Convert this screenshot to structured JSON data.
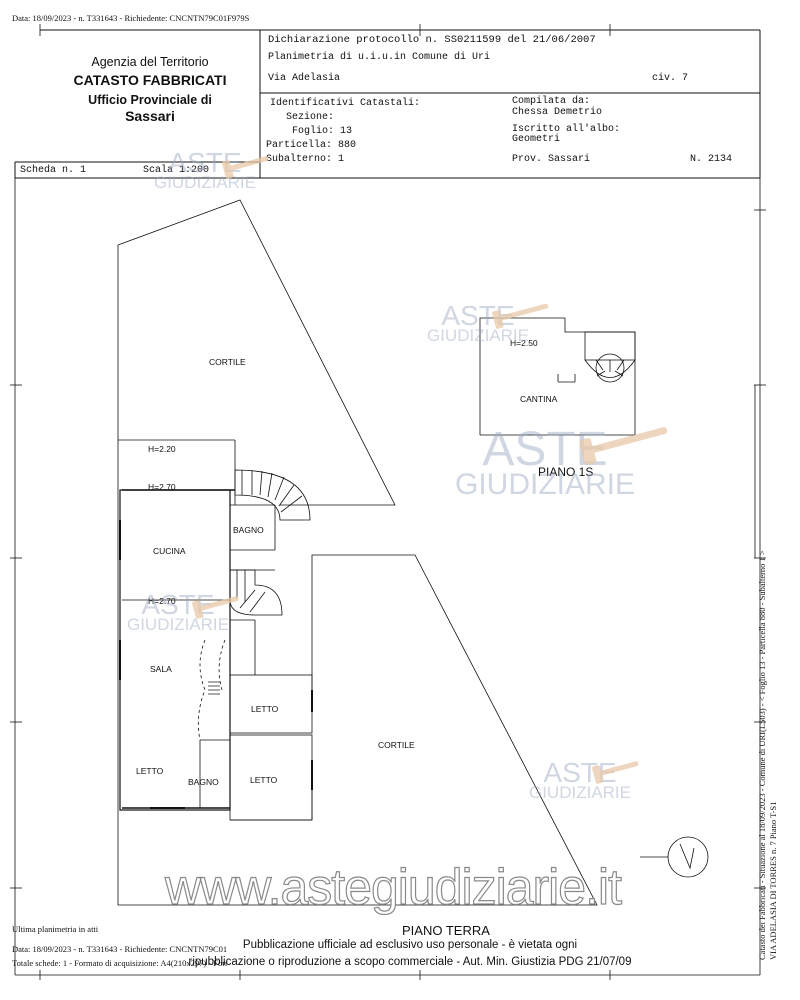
{
  "top_meta": "Data: 18/09/2023 - n. T331643 - Richiedente: CNCNTN79C01F979S",
  "agency": {
    "line1": "Agenzia del Territorio",
    "line2": "CATASTO FABBRICATI",
    "line3": "Ufficio Provinciale di",
    "line4": "Sassari"
  },
  "declaration": {
    "protocol": "Dichiarazione protocollo n. SS0211599 del 21/06/2007",
    "planimetry": "Planimetria di u.i.u.in Comune di Uri",
    "address": "Via Adelasia",
    "civ": "civ. 7"
  },
  "identifiers": {
    "title": "Identificativi Catastali:",
    "sezione": "Sezione:",
    "foglio": "Foglio: 13",
    "particella": "Particella: 880",
    "subalterno": "Subalterno: 1"
  },
  "compiler": {
    "label": "Compilata da:",
    "name": "Chessa Demetrio",
    "albo_label": "Iscritto all'albo:",
    "albo": "Geometri",
    "prov": "Prov. Sassari",
    "number": "N. 2134"
  },
  "scheda": "Scheda n. 1",
  "scala": "Scala 1:200",
  "rooms": {
    "cortile_top": "CORTILE",
    "h220": "H=2.20",
    "h270a": "H=2.70",
    "cucina": "CUCINA",
    "bagno_top": "BAGNO",
    "h270b": "H=2.70",
    "sala": "SALA",
    "letto_1": "LETTO",
    "letto_2": "LETTO",
    "bagno_bottom": "BAGNO",
    "letto_3": "LETTO",
    "cortile_bottom": "CORTILE",
    "h250": "H=2.50",
    "cantina": "CANTINA"
  },
  "floor_labels": {
    "piano_1s": "PIANO 1S",
    "piano_terra": "PIANO TERRA"
  },
  "side_text": {
    "line1": "Catasto dei Fabbricati - Situazione al 18/09/2023 - Comune di URI(L503) - < Foglio 13 - Particella 880 - Subalterno 1 >",
    "line2": "VIA ADELASIA DI TORRES n. 7 Piano T-S1"
  },
  "watermark": {
    "aste": "ASTE",
    "giudiziarie": "GIUDIZIARIE",
    "site": "www.astegiudiziarie.it",
    "notice1": "Pubblicazione ufficiale ad esclusivo uso personale - è vietata ogni",
    "notice2": "ripubblicazione o riproduzione a scopo commerciale - Aut. Min. Giustizia PDG 21/07/09"
  },
  "footer": {
    "ultima": "Ultima planimetria in atti",
    "data": "Data: 18/09/2023 - n. T331643 - Richiedente: CNCNTN79C01F979S",
    "totale": "Totale schede: 1 - Formato di acquisizione: A4(210x297) - Formato stampa richiesto: A4(210x297)"
  },
  "colors": {
    "ink": "#111111",
    "watermark": "#9aa8c0",
    "gavel": "#e8c9a8"
  }
}
